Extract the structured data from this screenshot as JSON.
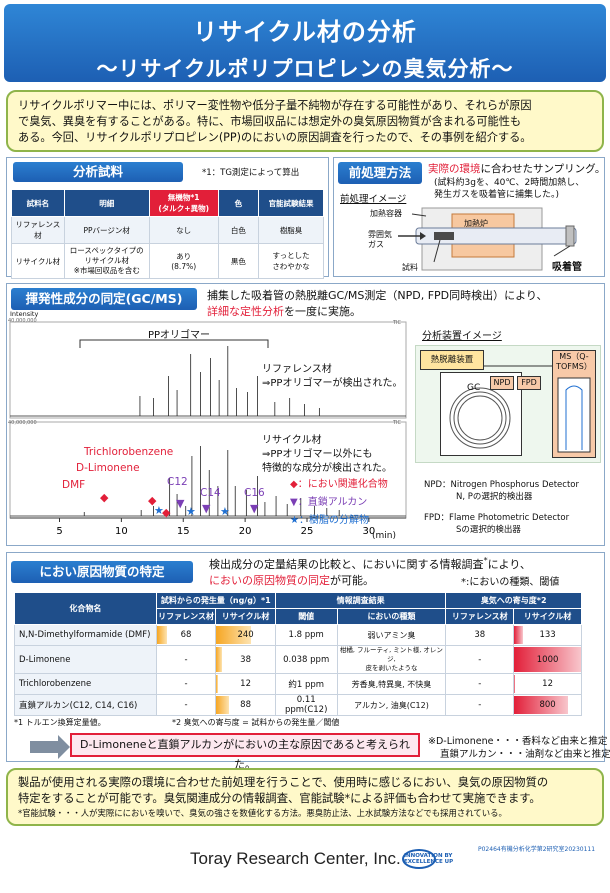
{
  "header": {
    "title": "リサイクル材の分析",
    "subtitle": "～リサイクルポリプロピレンの臭気分析～"
  },
  "intro": {
    "line1": "リサイクルポリマー中には、ポリマー変性物や低分子量不純物が存在する可能性があり、それらが原因",
    "line2": "で臭気、異臭を有することがある。特に、市場回収品には想定外の臭気原因物質が含まれる可能性も",
    "line3": "ある。今回、リサイクルポリプロピレン(PP)のにおいの原因調査を行ったので、その事例を紹介する。"
  },
  "samples": {
    "title": "分析試料",
    "note": "*1：TG測定によって算出",
    "headers": [
      "試料名",
      "明細",
      "無機物*1\n(タルク+異物)",
      "色",
      "官能試験結果"
    ],
    "rows": [
      [
        "リファレンス材",
        "PPバージン材",
        "なし",
        "白色",
        "樹脂臭"
      ],
      [
        "リサイクル材",
        "ロースペックタイプの\nリサイクル材\n※市場回収品を含む",
        "あり\n(8.7%)",
        "黒色",
        "すっとした\nさわやかな"
      ]
    ]
  },
  "pretreat": {
    "title": "前処理方法",
    "desc_red": "実際の環境",
    "desc_rest": "に合わせたサンプリング。",
    "desc2": "(試料約3gを、40℃、2時間加熱し、",
    "desc3": "発生ガスを吸着管に捕集した。)",
    "image_label": "前処理イメージ",
    "labels": {
      "heater": "加熱容器",
      "furnace": "加熱炉",
      "gas": "雰囲気\nガス",
      "sample": "試料",
      "tube": "吸着管"
    }
  },
  "gcms": {
    "title": "揮発性成分の同定(GC/MS)",
    "desc1": "捕集した吸着管の熱脱離GC/MS測定（NPD, FPD同時検出）により、",
    "desc2_red": "詳細な定性分析",
    "desc2_rest": "を一度に実施。",
    "intensity": "Intensity",
    "ymax1": "40,000,000",
    "ymax2": "40,000,000",
    "tic": "TIC",
    "pp_oligomer": "PPオリゴマー",
    "ref_label1": "リファレンス材",
    "ref_label2": "⇒PPオリゴマーが検出された。",
    "rec_label1": "リサイクル材",
    "rec_label2": "⇒PPオリゴマー以外にも",
    "rec_label3": "特徴的な成分が検出された。",
    "peaks": {
      "tri": "Trichlorobenzene",
      "lim": "D-Limonene",
      "dmf": "DMF",
      "c12": "C12",
      "c14": "C14",
      "c16": "C16"
    },
    "legend": [
      {
        "symbol": "◆",
        "label": "：におい関連化合物",
        "color": "#e21f39"
      },
      {
        "symbol": "▼",
        "label": "：直鎖アルカン",
        "color": "#7b3fb5"
      },
      {
        "symbol": "★",
        "label": "：樹脂の分解物",
        "color": "#1f6fd1"
      }
    ],
    "x_ticks": [
      "5",
      "10",
      "15",
      "20",
      "25",
      "30"
    ],
    "x_unit": "(min)",
    "device_label": "分析装置イメージ",
    "device": {
      "thermal": "熱脱離装置",
      "gc": "GC",
      "npd": "NPD",
      "fpd": "FPD",
      "ms": "MS（Q-\nTOFMS）"
    },
    "npd_note1": "NPD：Nitrogen Phosphorus Detector",
    "npd_note2": "N, Pの選択的検出器",
    "fpd_note1": "FPD：Flame Photometric Detector",
    "fpd_note2": "Sの選択的検出器"
  },
  "odor": {
    "title": "におい原因物質の特定",
    "desc1": "検出成分の定量結果の比較と、においに関する情報調査",
    "desc1_star": "*",
    "desc1_end": "により、",
    "desc2_red": "においの原因物質の同定",
    "desc2_rest": "が可能。",
    "desc2_note": "*:においの種類、閾値",
    "headers": {
      "compound": "化合物名",
      "gen": "試料からの発生量（ng/g）*1",
      "info": "情報調査結果",
      "contrib": "臭気への寄与度*2",
      "ref": "リファレンス材",
      "rec": "リサイクル材",
      "thr": "閾値",
      "kind": "においの種類",
      "ref2": "リファレンス材",
      "rec2": "リサイクル材"
    },
    "rows": [
      {
        "name": "N,N-Dimethylformamide (DMF)",
        "ref": "68",
        "rec": "240",
        "thr": "1.8 ppm",
        "kind": "弱いアミン臭",
        "cref": "38",
        "crec": "133",
        "bar_ref": 0.18,
        "bar_rec": 0.6,
        "cbar_ref": 0,
        "cbar_rec": 0.13
      },
      {
        "name": "D-Limonene",
        "ref": "-",
        "rec": "38",
        "thr": "0.038 ppm",
        "kind": "柑橘, フルーティ, ミント様, オレンジ,\n皮を剥いたような",
        "cref": "-",
        "crec": "1000",
        "bar_ref": 0,
        "bar_rec": 0.1,
        "cbar_ref": 0,
        "cbar_rec": 1.0
      },
      {
        "name": "Trichlorobenzene",
        "ref": "-",
        "rec": "12",
        "thr": "約1 ppm",
        "kind": "芳香臭,特異臭, 不快臭",
        "cref": "-",
        "crec": "12",
        "bar_ref": 0,
        "bar_rec": 0.03,
        "cbar_ref": 0,
        "cbar_rec": 0.02
      },
      {
        "name": "直鎖アルカン(C12, C14, C16)",
        "ref": "-",
        "rec": "88",
        "thr": "0.11 ppm(C12)",
        "kind": "アルカン, 油臭(C12)",
        "cref": "-",
        "crec": "800",
        "bar_ref": 0,
        "bar_rec": 0.22,
        "cbar_ref": 0,
        "cbar_rec": 0.8
      }
    ],
    "foot1": "*1 トルエン換算定量値。",
    "foot2": "*2 臭気への寄与度 = 試料からの発生量／閾値",
    "result": "D-Limoneneと直鎖アルカンがにおいの主な原因であると考えられた。",
    "aside1": "※D-Limonene・・・香料など由来と推定",
    "aside2": "直鎖アルカン・・・油剤など由来と推定"
  },
  "conclusion": {
    "line1": "製品が使用される実際の環境に合わせた前処理を行うことで、使用時に感じるにおい、臭気の原因物質の",
    "line2": "特定をすることが可能です。臭気関連成分の情報調査、官能試験*による評価も合わせて実施できます。",
    "note": "*官能試験・・・人が実際ににおいを嗅いで、臭気の強さを数値化する方法。悪臭防止法、上水試験方法などでも採用されている。"
  },
  "footer": {
    "company": "Toray Research Center, Inc.",
    "tagline1": "INNOVATION BY",
    "tagline2": "EXCELLENCE UP",
    "code": "P02464有機分析化学第2研究室20230111"
  },
  "colors": {
    "blue": "#1d5fb3",
    "red": "#e21f39",
    "purple": "#7b3fb5",
    "starblue": "#1f6fd1",
    "yellow_bg": "#fff9c9"
  }
}
